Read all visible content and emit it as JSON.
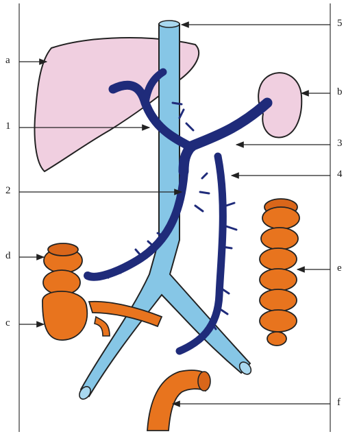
{
  "labels": {
    "a": "a",
    "b": "b",
    "c": "c",
    "d": "d",
    "e": "e",
    "f": "f",
    "n1": "1",
    "n2": "2",
    "n3": "3",
    "n4": "4",
    "n5": "5"
  },
  "colors": {
    "vein": "#1f2b7a",
    "vena_cava": "#86c6e6",
    "liver_spleen": "#f0cfe0",
    "intestine_kidney": "#e8741e",
    "line": "#222222"
  }
}
